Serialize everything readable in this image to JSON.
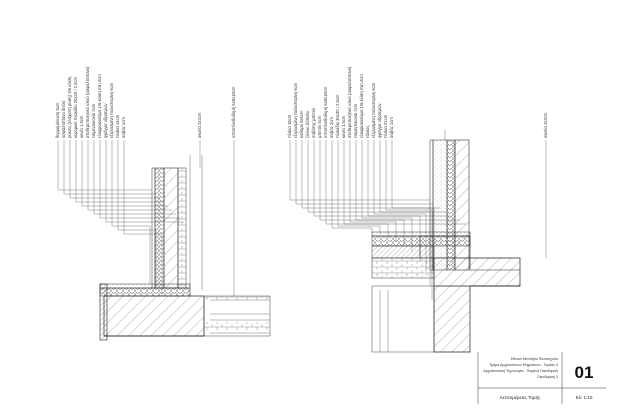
{
  "left_detail": {
    "layer_labels": [
      "θερμομόνωση 5cm",
      "ασφαλτόπανο διπλό",
      "ρύκτες (ελάχιστη ρύση) 1% κλίση",
      "κεραμικό πλακίδιο 20x20 / 2,5cm",
      "κονία 1,5cm",
      "σταθεροποιητικό υλικό (ασφαλτόπανο)",
      "τσιμεντοκονία 2cm",
      "ελαφροκονίαμα 1% κλίση min 4cm",
      "φράγμα υδρατμών",
      "εξηλασμένη πολυστερίνη 6cm",
      "πλάκα 14cm",
      "σοβάς 1cm"
    ],
    "right_labels": [
      "σκοτία 2x2cm",
      "οπτοπλινθοδομή 6x9x18cm"
    ]
  },
  "right_detail": {
    "layer_labels": [
      "πλάκα 18cm",
      "εξηλασμένη πολυστερίνη 6cm",
      "καθαρό 5x5cm",
      "ξύλινο δάπεδο",
      "σαβάτης μπετόν",
      "μπετόν 5cm",
      "οπτοπλινθοδομή 6x9x18cm",
      "σοβάς 2cm",
      "πλακίδιο 30x30 / 2,5cm",
      "κονία 1,5cm",
      "σταθεροποιητικό υλικό (ασφαλτόπανο)",
      "τσιμεντοκονία 2cm",
      "ελαφροκονίαμα 1% κλίση min 4cm",
      "τάλκος",
      "εξηλασμένη πολυστερίνη 6cm",
      "φράγμα υδρατμών",
      "πλάκα 21cm",
      "σοβάς 1cm"
    ],
    "right_labels": [
      "σκοτία 2x2cm"
    ]
  },
  "title_block": {
    "institution_lines": [
      "Εθνικό Μετσόβιο Πολυτεχνείο",
      "Τμήμα Αρχιτεκτόνων Μηχανικών - Τομέας 4",
      "Αρχιτεκτονική Τεχνολογία - Πυρηνή Οικοδομική",
      "Οικοδομική 2"
    ],
    "sheet_number": "01",
    "drawing_title": "Λεπτομέρειες Τομής",
    "scale": "Κλ: 1:10"
  }
}
